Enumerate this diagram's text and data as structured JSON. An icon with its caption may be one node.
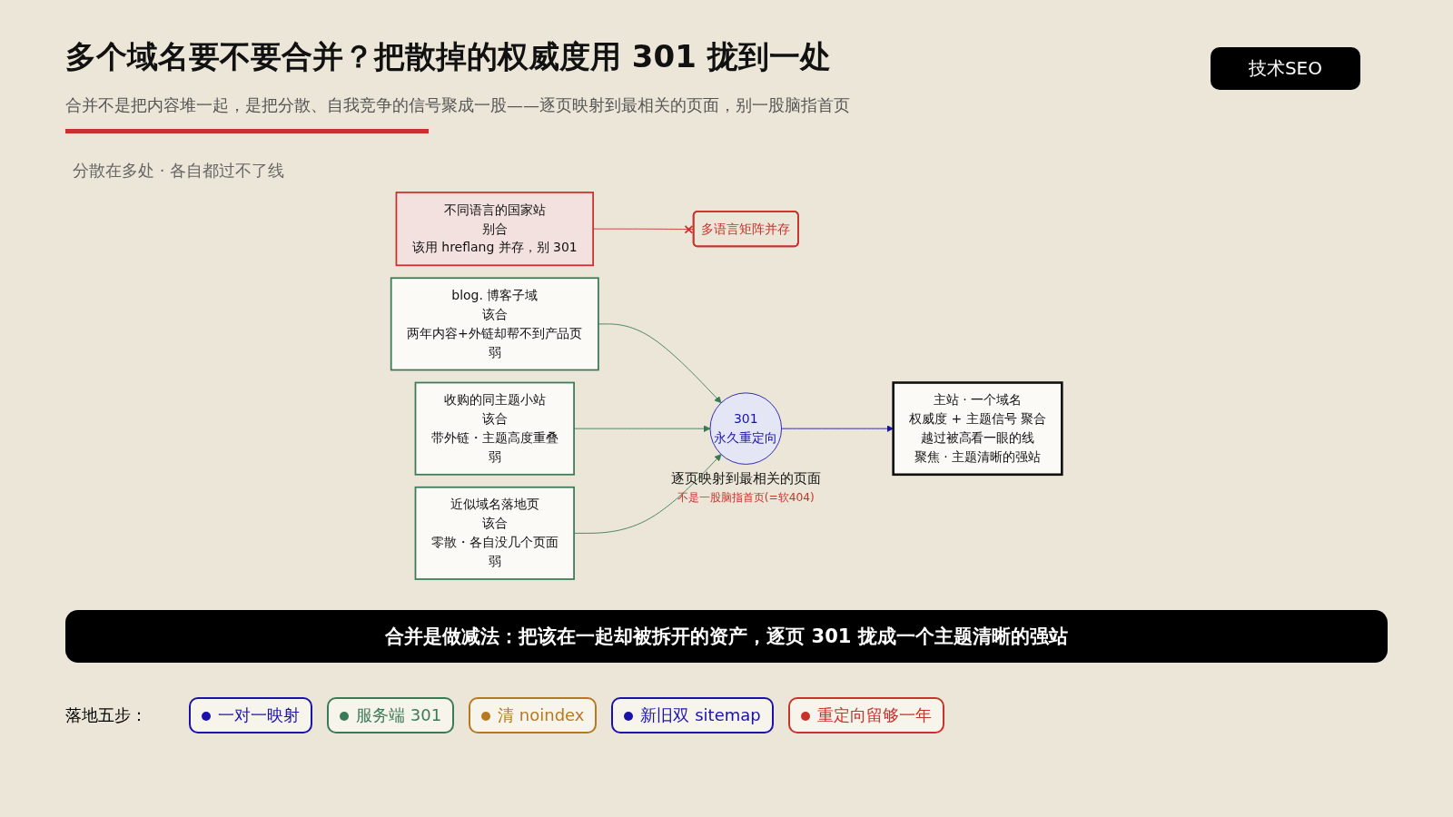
{
  "diagram": {
    "title": "多个域名要不要合并？把散掉的权威度用 301 拢到一处",
    "nodes": [
      {
        "text": [
          "blog. 博客子域",
          "该合",
          "两年内容+外链却帮不到产品页",
          "弱"
        ]
      },
      {
        "text": [
          "收购的同主题小站",
          "该合",
          "带外链・主题高度重叠",
          "弱"
        ]
      },
      {
        "text": [
          "近似域名落地页",
          "该合",
          "零散・各自没几个页面",
          "弱"
        ]
      },
      {
        "text": [
          "不同语言的国家站",
          "别合",
          "该用 hreflang 并存，别 301"
        ]
      },
      {
        "text": [
          "多语言矩阵并存"
        ]
      },
      {
        "text": [
          "301",
          "永久重定向"
        ],
        "beside": [
          "逐页映射到最相关的页面",
          "不是一股脑指首页(=软404)"
        ]
      },
      {
        "text": [
          "主站 · 一个域名",
          "权威度 + 主题信号 聚合",
          "越过被高看一眼的线",
          "聚焦 · 主题清晰的强站"
        ]
      }
    ],
    "edges": [
      {
        "from": 0,
        "to": 5,
        "arrow": "to"
      },
      {
        "from": 1,
        "to": 5,
        "arrow": "to"
      },
      {
        "from": 2,
        "to": 5,
        "arrow": "to"
      },
      {
        "from": 5,
        "to": 6,
        "arrow": "to",
        "color": "#1a12a8"
      },
      {
        "from": 3,
        "to": 4,
        "arrow": "other",
        "color": "#c8322c"
      }
    ],
    "labels": [
      "技术SEO",
      "合并不是把内容堆一起，是把分散、自我竞争的信号聚成一股——逐页映射到最相关的页面，别一股脑指首页",
      "分散在多处 · 各自都过不了线",
      "合并是做减法：把该在一起却被拆开的资产，逐页 301 拢成一个主题清晰的强站",
      "落地五步：",
      "一对一映射",
      "服务端 301",
      "清 noindex",
      "新旧双 sitemap",
      "重定向留够一年"
    ]
  }
}
